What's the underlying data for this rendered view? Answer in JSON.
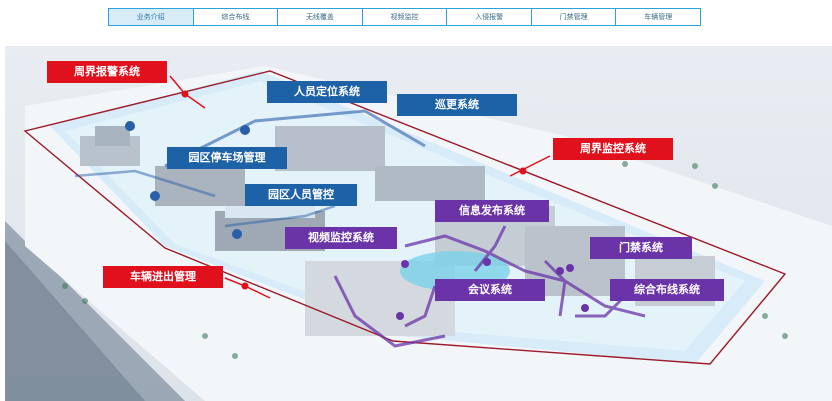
{
  "tabs": [
    {
      "label": "业务介绍",
      "active": true
    },
    {
      "label": "综合布线",
      "active": false
    },
    {
      "label": "无线覆盖",
      "active": false
    },
    {
      "label": "视频监控",
      "active": false
    },
    {
      "label": "入侵报警",
      "active": false
    },
    {
      "label": "门禁管理",
      "active": false
    },
    {
      "label": "车辆管理",
      "active": false
    }
  ],
  "labels": {
    "perimeter_alarm": "周界报警系统",
    "personnel_positioning": "人员定位系统",
    "patrol": "巡更系统",
    "park_parking": "园区停车场管理",
    "perimeter_monitoring": "周界监控系统",
    "park_personnel": "园区人员管控",
    "info_publish": "信息发布系统",
    "video_monitoring": "视频监控系统",
    "access_control": "门禁系统",
    "vehicle_access": "车辆进出管理",
    "conference": "会议系统",
    "cabling": "综合布线系统"
  },
  "colors": {
    "red": "#e0101c",
    "blue": "#1d61a6",
    "purple": "#6a34a8",
    "tab_border": "#2aa3dc"
  }
}
